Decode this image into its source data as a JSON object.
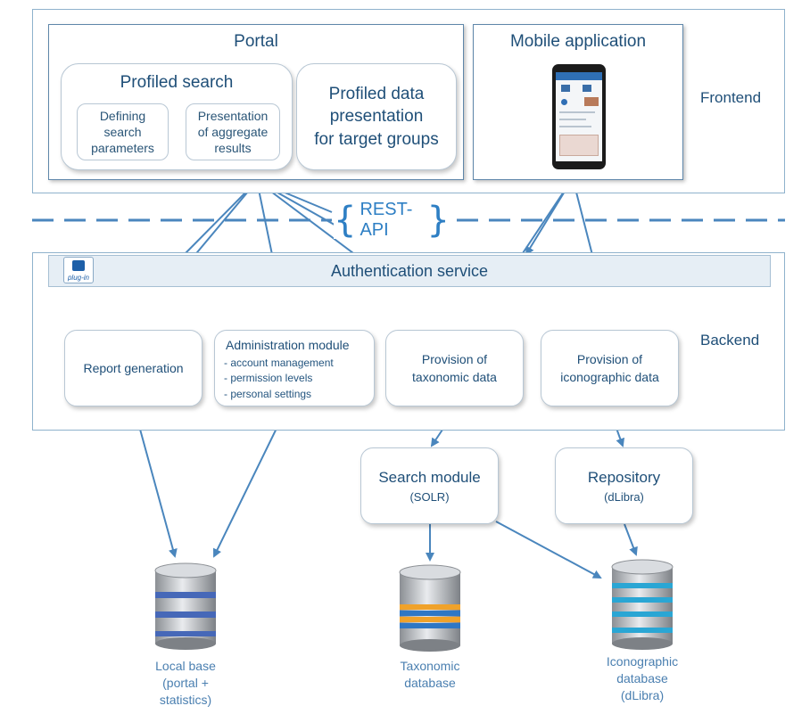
{
  "frontend": {
    "label": "Frontend",
    "portal": {
      "title": "Portal",
      "profiled_search": {
        "title": "Profiled search",
        "defining_params": "Defining\nsearch\nparameters",
        "presentation_results": "Presentation\nof aggregate\nresults"
      },
      "profiled_presentation": "Profiled  data\npresentation\nfor target groups"
    },
    "mobile": {
      "title": "Mobile application"
    }
  },
  "rest_api": {
    "label": "REST-API"
  },
  "backend": {
    "label": "Backend",
    "plugin_label": "plug-in",
    "auth_service": "Authentication service",
    "report_generation": "Report generation",
    "admin_module": {
      "title": "Administration module",
      "items": [
        "- account management",
        "- permission levels",
        "- personal settings"
      ]
    },
    "taxonomic_provision": "Provision of\ntaxonomic data",
    "iconographic_provision": "Provision of\niconographic data"
  },
  "search_module": {
    "title": "Search module",
    "subtitle": "(SOLR)"
  },
  "repository": {
    "title": "Repository",
    "subtitle": "(dLibra)"
  },
  "databases": {
    "local": "Local base\n(portal +\nstatistics)",
    "taxonomic": "Taxonomic\ndatabase",
    "iconographic": "Iconographic\ndatabase\n(dLibra)"
  },
  "colors": {
    "line": "#4a86bd",
    "accent": "#2e7fc4",
    "db_local_ring": "#4668b8",
    "db_taxonomic_ring": "#f0a22a",
    "db_iconographic_ring": "#2aa6d4"
  }
}
